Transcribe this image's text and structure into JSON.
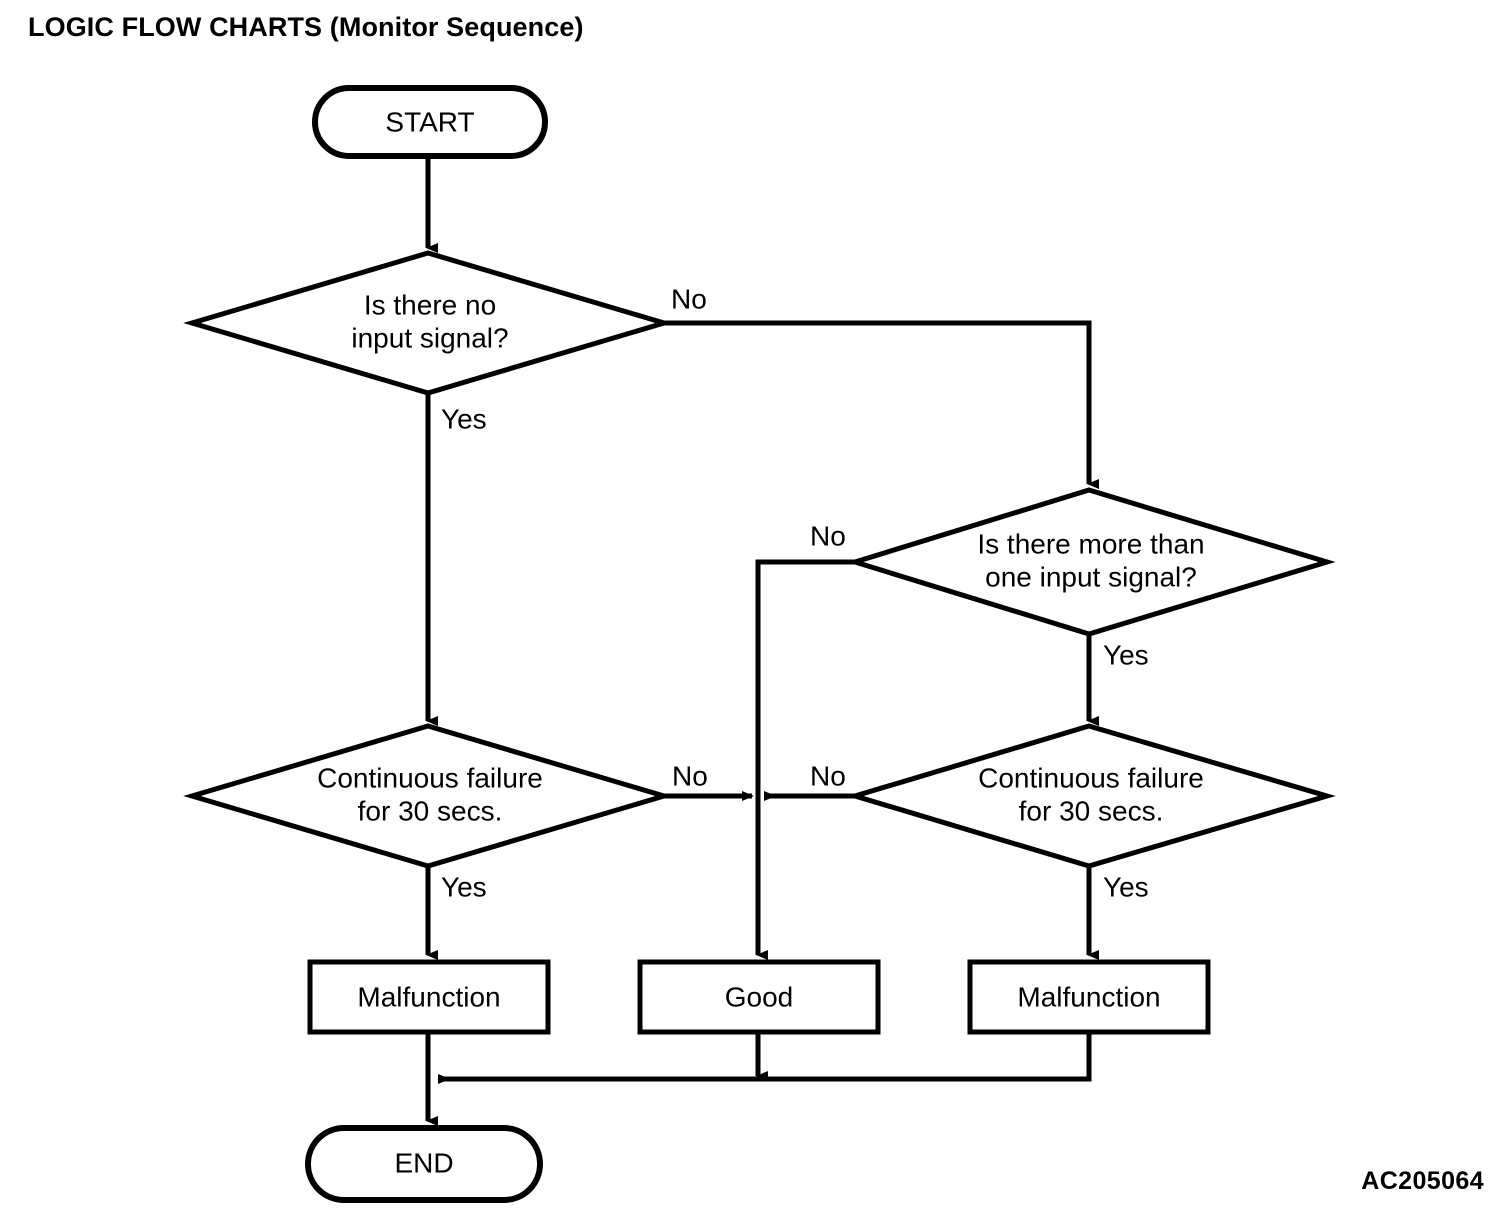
{
  "document": {
    "title": "LOGIC FLOW CHARTS (Monitor Sequence)",
    "reference_code": "AC205064"
  },
  "chart_data": {
    "type": "diagram",
    "diagram_type": "flowchart",
    "title": "LOGIC FLOW CHARTS (Monitor Sequence)",
    "orientation": "top-to-bottom",
    "nodes": [
      {
        "id": "start",
        "shape": "terminator",
        "label": "START"
      },
      {
        "id": "d1",
        "shape": "decision",
        "label": "Is there no input signal?",
        "line1": "Is there no",
        "line2": "input signal?"
      },
      {
        "id": "d2",
        "shape": "decision",
        "label": "Is there more than one input signal?",
        "line1": "Is there more than",
        "line2": "one input signal?"
      },
      {
        "id": "d3",
        "shape": "decision",
        "label": "Continuous failure for 30 secs.",
        "line1": "Continuous failure",
        "line2": "for 30 secs."
      },
      {
        "id": "d4",
        "shape": "decision",
        "label": "Continuous failure for 30 secs.",
        "line1": "Continuous failure",
        "line2": "for 30 secs."
      },
      {
        "id": "b1",
        "shape": "process",
        "label": "Malfunction"
      },
      {
        "id": "b2",
        "shape": "process",
        "label": "Good"
      },
      {
        "id": "b3",
        "shape": "process",
        "label": "Malfunction"
      },
      {
        "id": "end",
        "shape": "terminator",
        "label": "END"
      }
    ],
    "edges": [
      {
        "from": "start",
        "to": "d1",
        "label": ""
      },
      {
        "from": "d1",
        "to": "d3",
        "label": "Yes"
      },
      {
        "from": "d1",
        "to": "d2",
        "label": "No"
      },
      {
        "from": "d2",
        "to": "b2",
        "label": "No"
      },
      {
        "from": "d2",
        "to": "d4",
        "label": "Yes"
      },
      {
        "from": "d3",
        "to": "b1",
        "label": "Yes"
      },
      {
        "from": "d3",
        "to": "b2",
        "label": "No"
      },
      {
        "from": "d4",
        "to": "b3",
        "label": "Yes"
      },
      {
        "from": "d4",
        "to": "b2",
        "label": "No"
      },
      {
        "from": "b1",
        "to": "end",
        "label": ""
      },
      {
        "from": "b2",
        "to": "end",
        "label": ""
      },
      {
        "from": "b3",
        "to": "end",
        "label": ""
      }
    ]
  },
  "labels": {
    "start": "START",
    "end": "END",
    "d1_line1": "Is there no",
    "d1_line2": "input signal?",
    "d2_line1": "Is there more than",
    "d2_line2": "one input signal?",
    "d3_line1": "Continuous failure",
    "d3_line2": "for 30 secs.",
    "d4_line1": "Continuous failure",
    "d4_line2": "for 30 secs.",
    "box_malfunction_left": "Malfunction",
    "box_good": "Good",
    "box_malfunction_right": "Malfunction",
    "edge_d1_no": "No",
    "edge_d1_yes": "Yes",
    "edge_d2_no": "No",
    "edge_d2_yes": "Yes",
    "edge_d3_no": "No",
    "edge_d3_yes": "Yes",
    "edge_d4_no": "No",
    "edge_d4_yes": "Yes"
  },
  "colors": {
    "ink": "#000000",
    "paper": "#ffffff"
  }
}
